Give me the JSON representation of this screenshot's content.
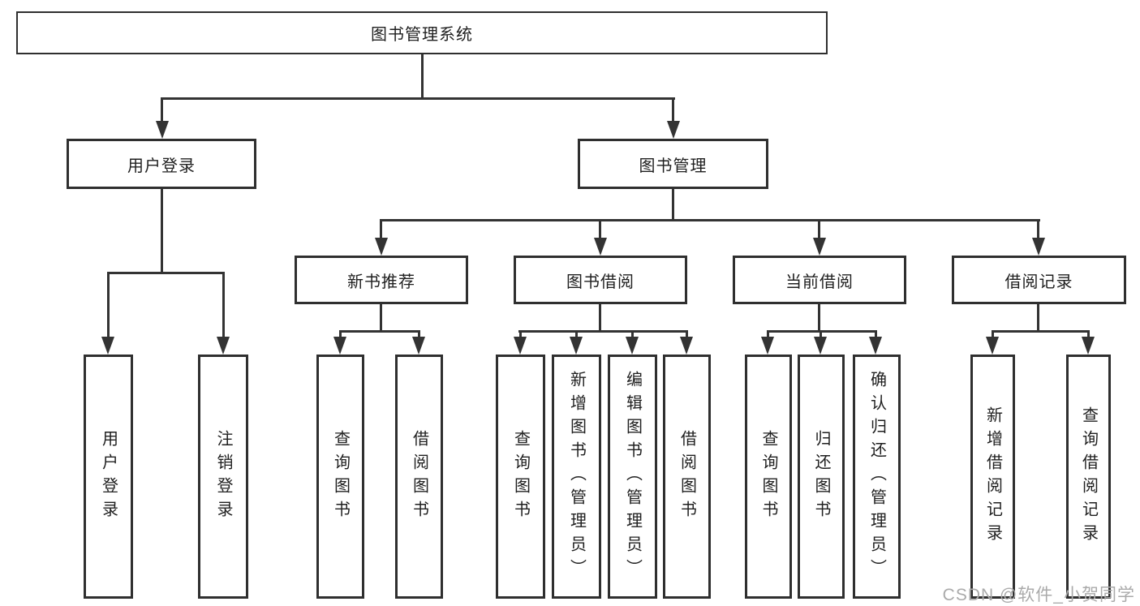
{
  "nodes": {
    "root": "图书管理系统",
    "level2": [
      "用户登录",
      "图书管理"
    ],
    "level3": [
      "新书推荐",
      "图书借阅",
      "当前借阅",
      "借阅记录"
    ],
    "leaves_login": [
      "用户登录",
      "注销登录"
    ],
    "leaves_recommend": [
      "查询图书",
      "借阅图书"
    ],
    "leaves_borrow": [
      "查询图书",
      "新增图书（管理员）",
      "编辑图书（管理员）",
      "借阅图书"
    ],
    "leaves_current": [
      "查询图书",
      "归还图书",
      "确认归还（管理员）"
    ],
    "leaves_records": [
      "新增借阅记录",
      "查询借阅记录"
    ]
  },
  "watermark": "CSDN @软件_小贺同学",
  "colors": {
    "line": "#333333",
    "box_border": "#2f2f2f",
    "text": "#1f1f1f",
    "watermark": "#aaaaaa",
    "background": "#ffffff"
  }
}
